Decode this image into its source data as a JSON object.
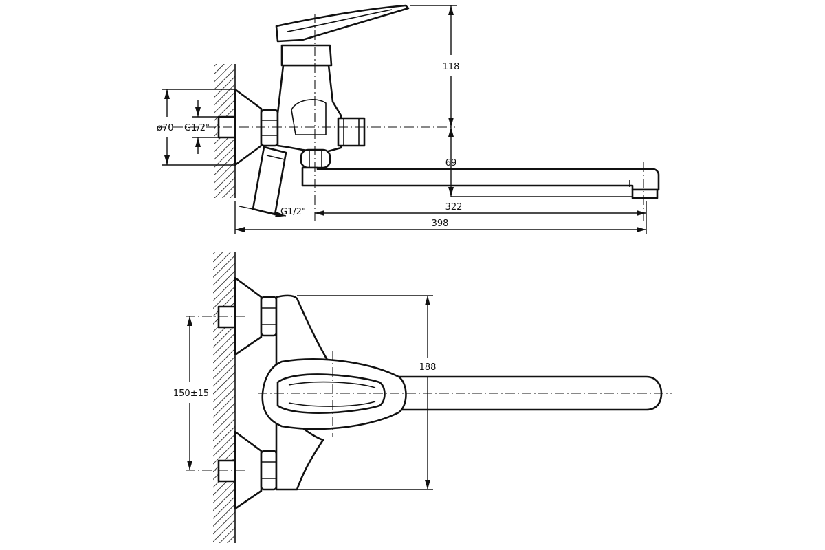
{
  "side_view": {
    "dim_height_handle": "118",
    "dim_spout_drop": "69",
    "dim_spout_reach": "322",
    "dim_total_length": "398",
    "dim_flange_diameter": "ø70",
    "dim_inlet_thread": "G1/2\"",
    "dim_outlet_thread": "G1/2\""
  },
  "top_view": {
    "dim_body_width": "188",
    "dim_inlet_spacing": "150±15"
  }
}
